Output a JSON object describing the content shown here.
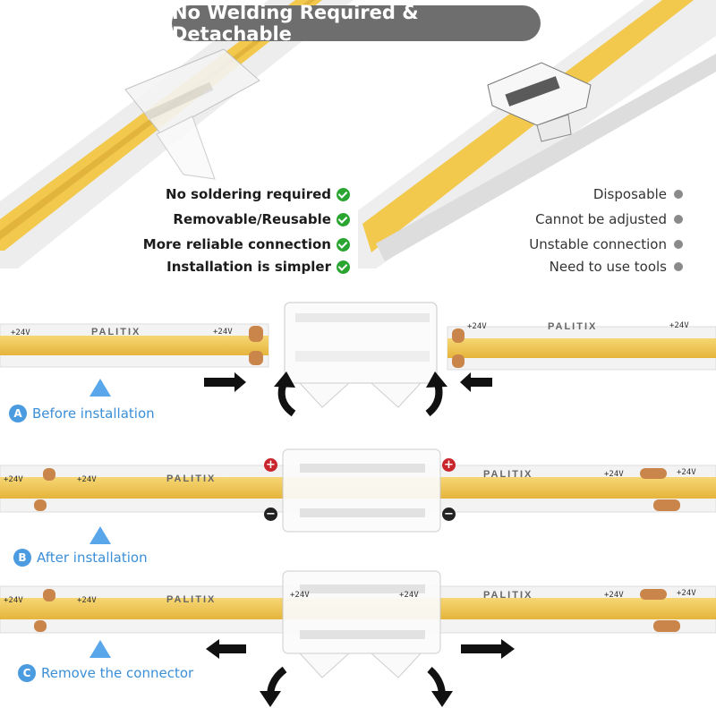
{
  "title": "No Welding Required & Detachable",
  "brand": "PALITIX",
  "voltage_label": "+24V",
  "minus_label": "—",
  "pros": [
    "No soldering required",
    "Removable/Reusable",
    "More reliable connection",
    "Installation is simpler"
  ],
  "cons": [
    "Disposable",
    "Cannot be adjusted",
    "Unstable connection",
    "Need to use tools"
  ],
  "steps": [
    {
      "letter": "A",
      "label": "Before installation"
    },
    {
      "letter": "B",
      "label": "After installation"
    },
    {
      "letter": "C",
      "label": "Remove the connector"
    }
  ],
  "polarity": {
    "plus": "+",
    "minus": "−"
  },
  "colors": {
    "title_bg": "#6e6e6e",
    "check": "#2aa532",
    "step_blue": "#4a9be0",
    "strip_yellow": "#f2c94c",
    "strip_white": "#f3f3f3",
    "pad_copper": "#c9854a"
  },
  "icons": [
    "check-icon",
    "dot-icon",
    "arrow-icon",
    "curved-arrow-icon",
    "triangle-icon"
  ]
}
